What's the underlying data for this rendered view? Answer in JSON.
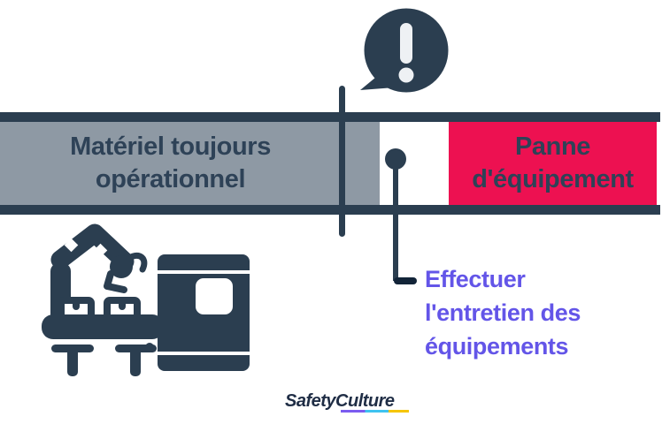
{
  "colors": {
    "navy": "#2b3e50",
    "gray": "#8e99a4",
    "pink": "#ed1151",
    "purple": "#6355e8",
    "offwhite": "#eef1f4",
    "band_text": "#2e4257",
    "logo_navy": "#1f2d45",
    "elbow": "#122438",
    "underline_purple": "#7b5cf0",
    "underline_cyan": "#3ec3f0",
    "underline_yellow": "#f6c500"
  },
  "timeline": {
    "left_label": "Matériel toujours\nopérationnel",
    "right_label": "Panne\nd'équipement"
  },
  "annotation": {
    "label": "Effectuer\nl'entretien des\néquipements"
  },
  "icons": {
    "bubble": "exclamation-speech-bubble-icon",
    "machine": "factory-robot-machine-icon"
  },
  "logo": {
    "text": "SafetyCulture"
  }
}
